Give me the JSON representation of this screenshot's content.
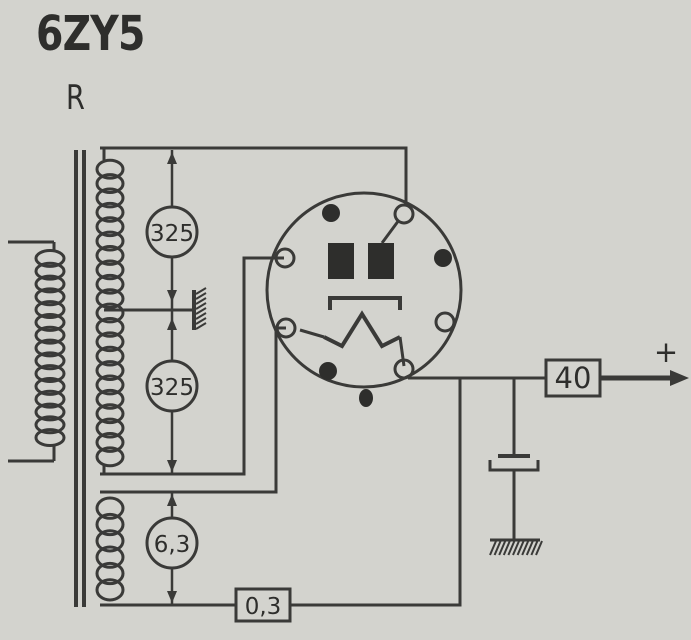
{
  "tube": {
    "type": "6ZY5",
    "suffix": "R"
  },
  "labels": {
    "hv_upper": "325",
    "hv_lower": "325",
    "heater_voltage": "6,3",
    "heater_current": "0,3",
    "choke": "40",
    "output_polarity": "+"
  }
}
